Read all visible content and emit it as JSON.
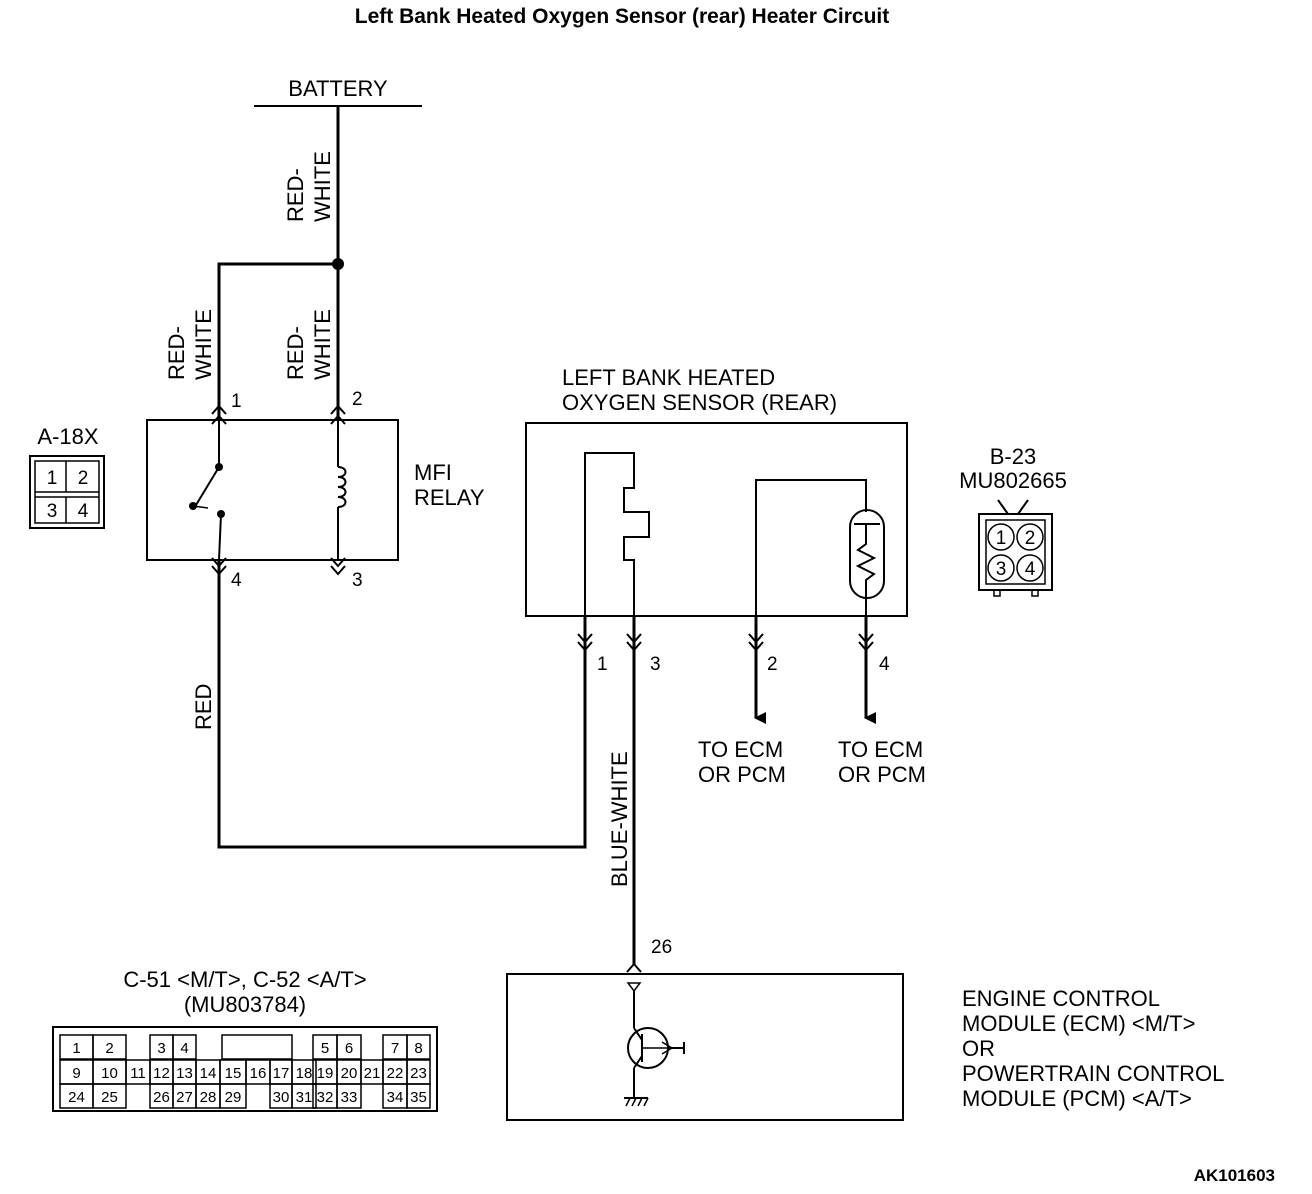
{
  "title": "Left Bank Heated Oxygen Sensor (rear) Heater Circuit",
  "battery_label": "BATTERY",
  "wires": {
    "battery_top_1": "RED-",
    "battery_top_2": "WHITE",
    "relay_pin1_1": "RED-",
    "relay_pin1_2": "WHITE",
    "relay_pin2_1": "RED-",
    "relay_pin2_2": "WHITE",
    "red": "RED",
    "blue_white": "BLUE-WHITE"
  },
  "relay": {
    "label_1": "MFI",
    "label_2": "RELAY",
    "pins": [
      "1",
      "2",
      "4",
      "3"
    ],
    "connector_code": "A-18X",
    "connector_pins": [
      "1",
      "2",
      "3",
      "4"
    ]
  },
  "sensor": {
    "label_1": "LEFT BANK HEATED",
    "label_2": "OXYGEN SENSOR (REAR)",
    "pins": [
      "1",
      "3",
      "2",
      "4"
    ],
    "connector_code": "B-23",
    "connector_part": "MU802665",
    "connector_pins": [
      "1",
      "2",
      "3",
      "4"
    ]
  },
  "to_ecm": {
    "line_1": "TO ECM",
    "line_2": "OR PCM"
  },
  "ecm": {
    "pin": "26",
    "label_1": "ENGINE CONTROL",
    "label_2": "MODULE (ECM) <M/T>",
    "label_3": "OR",
    "label_4": "POWERTRAIN CONTROL",
    "label_5": "MODULE (PCM) <A/T>",
    "connector_title_1": "C-51 <M/T>, C-52 <A/T>",
    "connector_title_2": "(MU803784)",
    "connector_rows": [
      [
        "1",
        "2",
        "3",
        "4",
        "5",
        "6",
        "7",
        "8"
      ],
      [
        "9",
        "10",
        "11",
        "12",
        "13",
        "14",
        "15",
        "16",
        "17",
        "18",
        "19",
        "20",
        "21",
        "22",
        "23"
      ],
      [
        "24",
        "25",
        "26",
        "27",
        "28",
        "29",
        "30",
        "31",
        "32",
        "33",
        "34",
        "35"
      ]
    ]
  },
  "figure_code": "AK101603"
}
